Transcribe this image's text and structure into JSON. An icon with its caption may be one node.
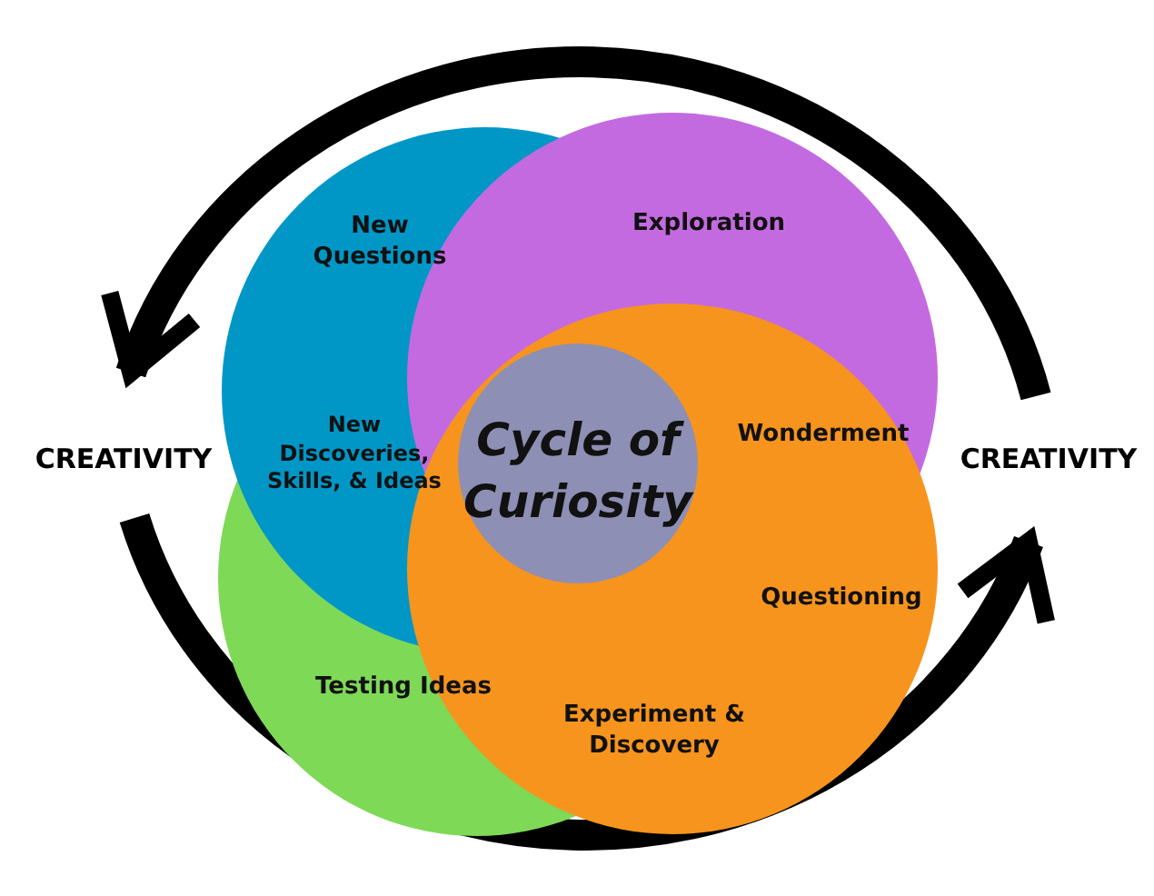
{
  "diagram": {
    "nodes": [
      {
        "text": [
          "Cycle of Curiosity"
        ]
      }
    ],
    "labels": [
      "New Questions",
      "Exploration",
      "CREATIVITY",
      "New Discoveries, Skills, & Ideas",
      "Wonderment",
      "CREATIVITY",
      "Questioning",
      "Testing Ideas",
      "Experiment & Discovery"
    ]
  }
}
